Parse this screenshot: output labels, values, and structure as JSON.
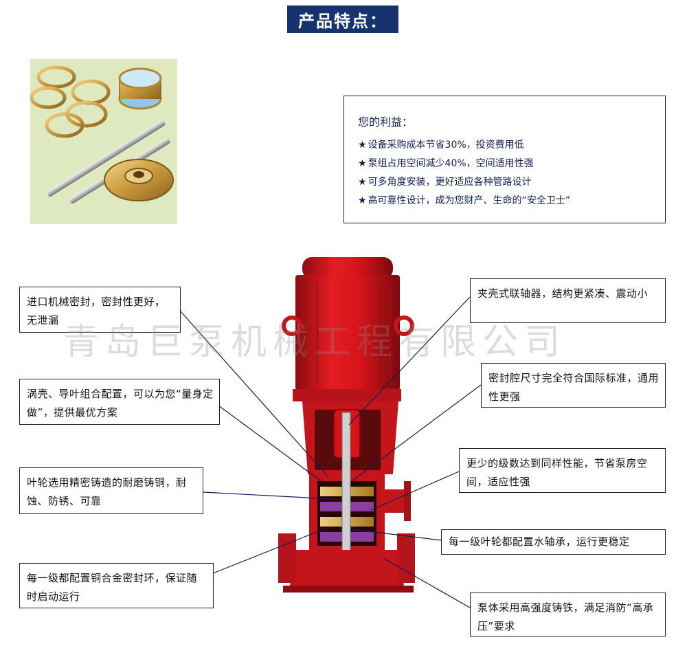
{
  "title": "产品特点：",
  "benefits": {
    "heading": "您的利益：",
    "items": [
      "设备采购成本节省30%，投资费用低",
      "泵组占用空间减少40%，空间适用性强",
      "可多角度安装，更好适应各种管路设计",
      "高可靠性设计，成为您财产、生命的“安全卫士”"
    ],
    "star": "★"
  },
  "callouts": {
    "inlet_seal": "进口机械密封，密封性更好，无泄漏",
    "volute": "涡壳、导叶组合配置，可以为您“量身定做”，提供最优方案",
    "impeller": "叶轮选用精密铸造的耐磨铸铜，耐蚀、防锈、可靠",
    "seal_ring": "每一级都配置铜合金密封环，保证随时启动运行",
    "coupling": "夹壳式联轴器，结构更紧凑、震动小",
    "seal_chamber": "密封腔尺寸完全符合国际标准，通用性更强",
    "fewer_stages": "更少的级数达到同样性能，节省泵房空间，适应性强",
    "water_bearing": "每一级叶轮都配置水轴承，运行更稳定",
    "pump_body": "泵体采用高强度铸铁，满足消防“高承压”要求"
  },
  "watermark": "青岛巨泵机械工程有限公司",
  "colors": {
    "title_bg": "#16336f",
    "pump_red": "#d8141b",
    "photo_bg": "#dfe9bf",
    "brass": "#c99a3c"
  }
}
